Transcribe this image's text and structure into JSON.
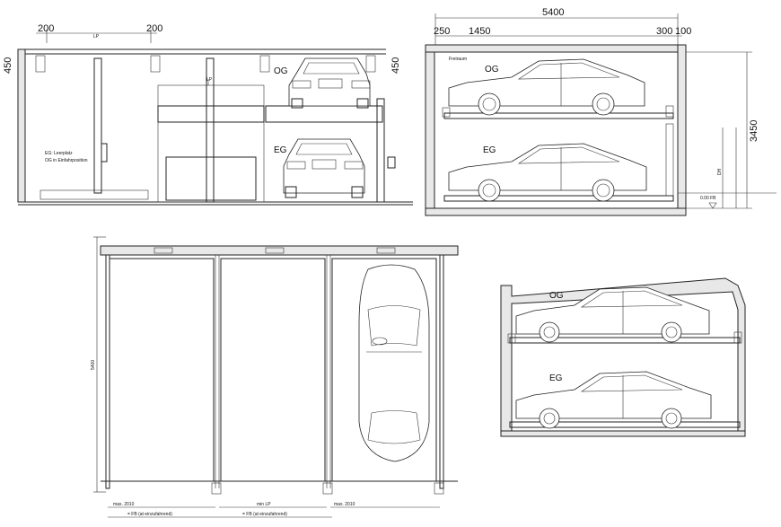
{
  "dimensions": {
    "left_top_a": "200",
    "left_top_b": "200",
    "left_top_mid": "LP",
    "left_side": "450",
    "right_side_top": "450",
    "total_width": "5400",
    "gap_left": "250",
    "freeraum_width": "1450",
    "right_a": "300",
    "right_b": "100",
    "height": "3450",
    "plan_depth": "5400"
  },
  "labels": {
    "og": "OG",
    "eg": "EG",
    "freeraum": "Freiraum",
    "legend_line1": "EG: Leerplatz",
    "legend_line2": "OG in Einfahrposition",
    "plan_width": "min LP",
    "fb_left": "= FB (at einzufahrend)",
    "fb_mid": "= FB (at einzufahrend)",
    "gap_label": "max. 2010",
    "dh_label": "DH",
    "level_label": "0.00 FB"
  }
}
